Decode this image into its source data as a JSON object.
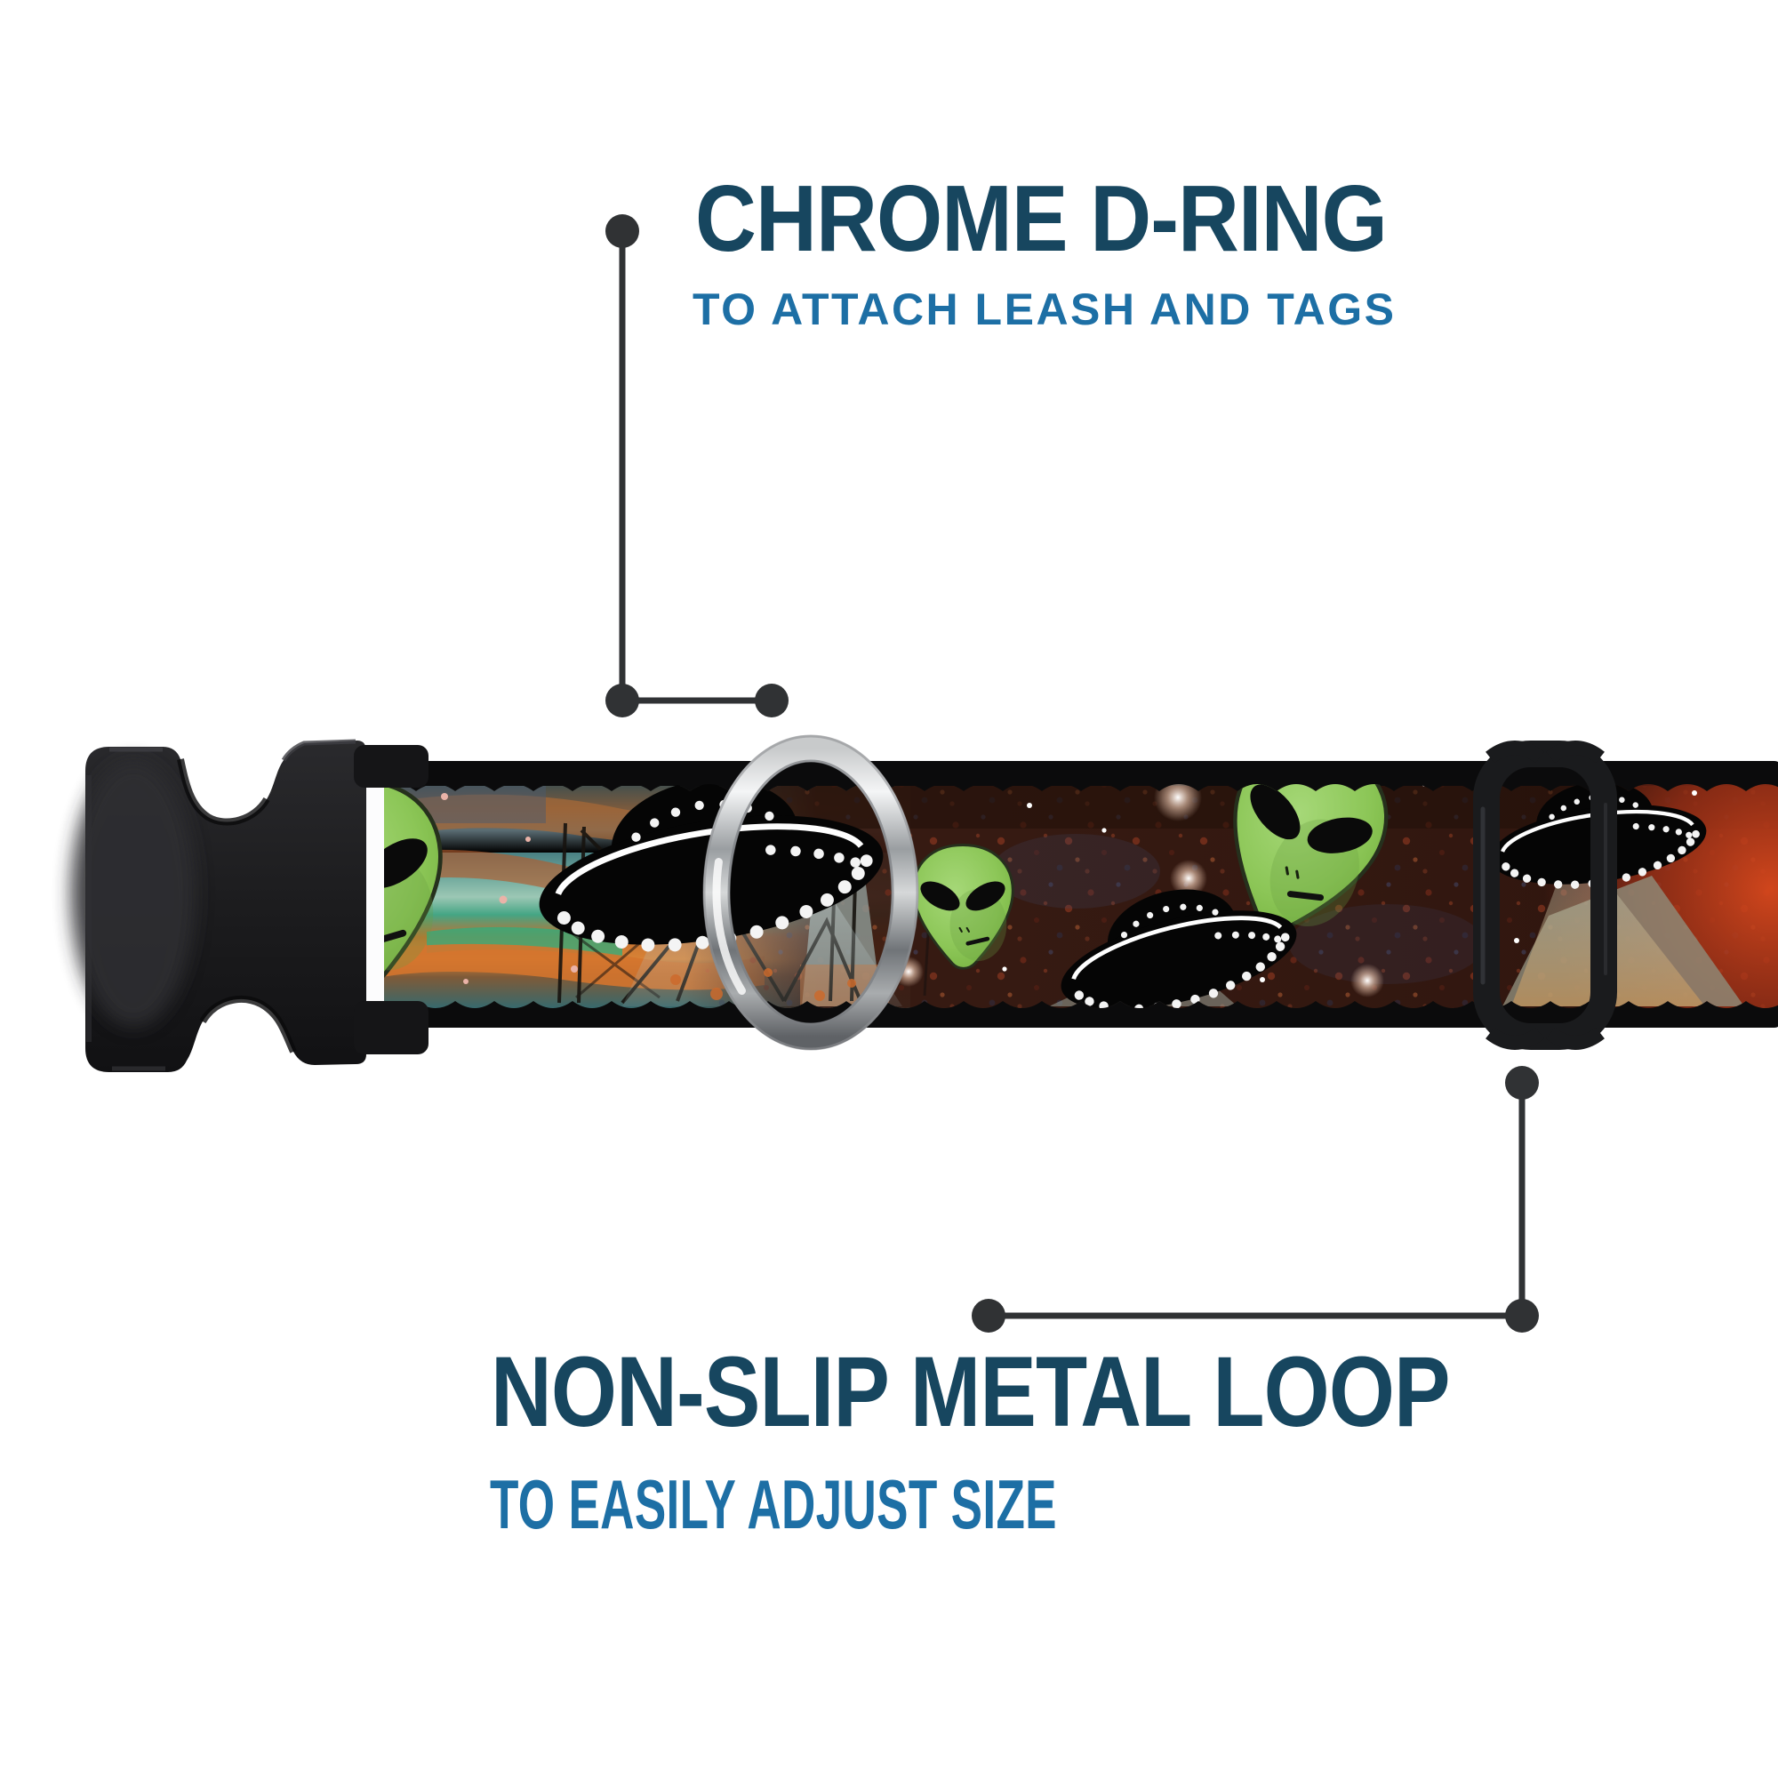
{
  "callouts": {
    "top": {
      "title": "CHROME D-RING",
      "subtitle": "TO ATTACH LEASH AND TAGS"
    },
    "bottom": {
      "title": "NON-SLIP METAL LOOP",
      "subtitle": "TO EASILY ADJUST SIZE"
    }
  },
  "colors": {
    "background": "#ffffff",
    "title_color": "#17465f",
    "subtitle_color": "#1d6fa5",
    "connector_color": "#303234",
    "buckle_black": "#1d1d1f",
    "webbing_edge_black": "#0c0c0d",
    "alien_green": "#8cc657",
    "chrome_silver": "#d9dbdc",
    "slider_gunmetal": "#1b1c1e",
    "nebula_teal": "#74ac9f",
    "nebula_orange": "#d4742e",
    "space_maroon": "#3a1c13"
  },
  "art": {
    "alien_count": 3,
    "ufo_count": 3
  }
}
